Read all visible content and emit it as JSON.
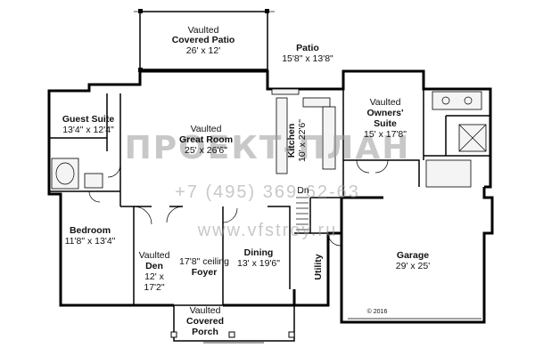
{
  "rooms": {
    "covered_patio": {
      "line1": "Vaulted",
      "name": "Covered Patio",
      "size": "26' x 12'"
    },
    "patio": {
      "name": "Patio",
      "size": "15'8\" x 13'8\""
    },
    "guest_suite": {
      "name": "Guest Suite",
      "size": "13'4\" x 12'4\""
    },
    "great_room": {
      "line1": "Vaulted",
      "name": "Great Room",
      "size": "25' x 26'6\""
    },
    "kitchen": {
      "name": "Kitchen",
      "size": "10' x 22'6\""
    },
    "owners_suite": {
      "line1": "Vaulted",
      "name_line1": "Owners'",
      "name_line2": "Suite",
      "size": "15' x 17'8\""
    },
    "bedroom": {
      "name": "Bedroom",
      "size": "11'8\" x 13'4\""
    },
    "den": {
      "line1": "Vaulted",
      "name": "Den",
      "size_line1": "12' x",
      "size_line2": "17'2\""
    },
    "foyer": {
      "note": "17'8\" ceiling",
      "name": "Foyer"
    },
    "dining": {
      "name": "Dining",
      "size": "13' x 19'6\""
    },
    "utility": {
      "name": "Utility"
    },
    "garage": {
      "name": "Garage",
      "size": "29' x 25'"
    },
    "covered_porch": {
      "line1": "Vaulted",
      "name_line1": "Covered",
      "name_line2": "Porch"
    }
  },
  "stair_label": "Dn",
  "copyright": "© 2016",
  "watermark": {
    "brand": "ПРОЕКТ-ПЛАН",
    "phone": "+7 (495) 369-62-63",
    "site": "www.vfstroy.ru"
  }
}
